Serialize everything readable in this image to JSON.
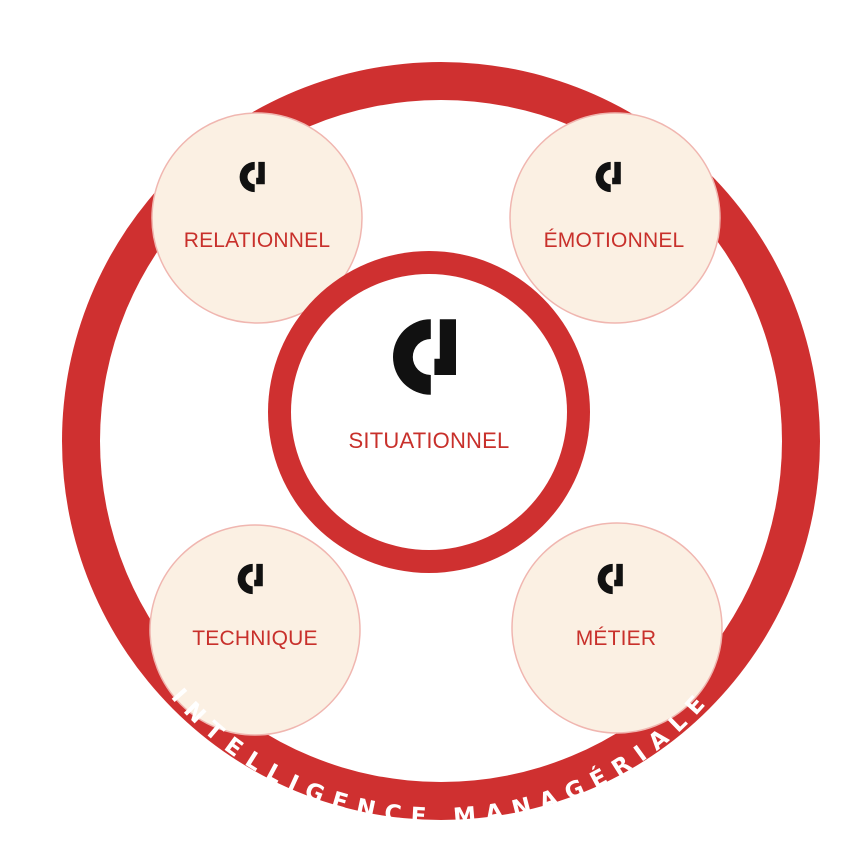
{
  "colors": {
    "ring": "#cf3030",
    "ring_fill": "#ffffff",
    "node_fill": "#fbf0e3",
    "node_stroke": "#f0b6b0",
    "label": "#c8302b",
    "logo": "#111111",
    "ring_text": "#ffffff"
  },
  "logo_icon": "cl-mark-icon",
  "center": {
    "label": "SITUATIONNEL"
  },
  "nodes": [
    {
      "id": "relationnel",
      "label": "RELATIONNEL"
    },
    {
      "id": "emotionnel",
      "label": "ÉMOTIONNEL"
    },
    {
      "id": "technique",
      "label": "TECHNIQUE"
    },
    {
      "id": "metier",
      "label": "MÉTIER"
    }
  ],
  "ring_text": "INTELLIGENCE MANAGÉRIALE"
}
